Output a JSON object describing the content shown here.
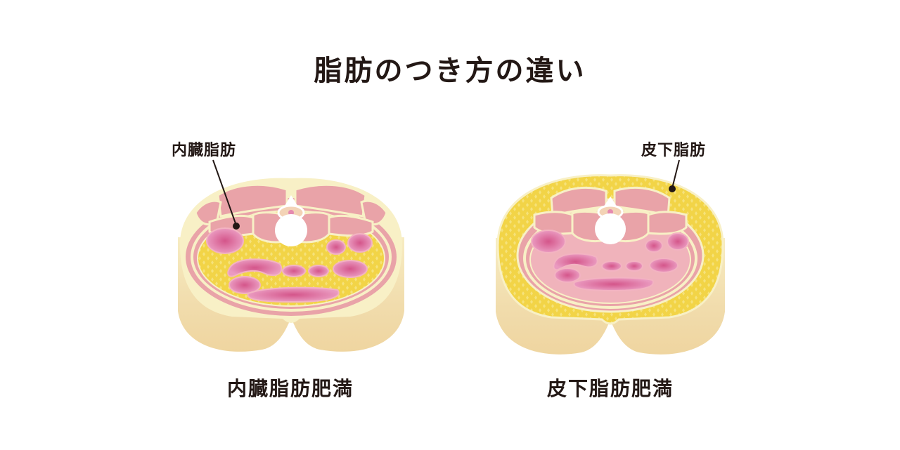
{
  "title": "脂肪のつき方の違い",
  "figures": [
    {
      "label": "内臓脂肪",
      "caption": "内臓脂肪肥満"
    },
    {
      "label": "皮下脂肪",
      "caption": "皮下脂肪肥満"
    }
  ],
  "colors": {
    "text": "#231815",
    "skin": "#f8f0c6",
    "buttocks": "#f0d9a8",
    "muscle": "#e9a3a8",
    "fat": "#f2d447",
    "organ": "#e58ab0",
    "organ_core": "#d4558a"
  }
}
